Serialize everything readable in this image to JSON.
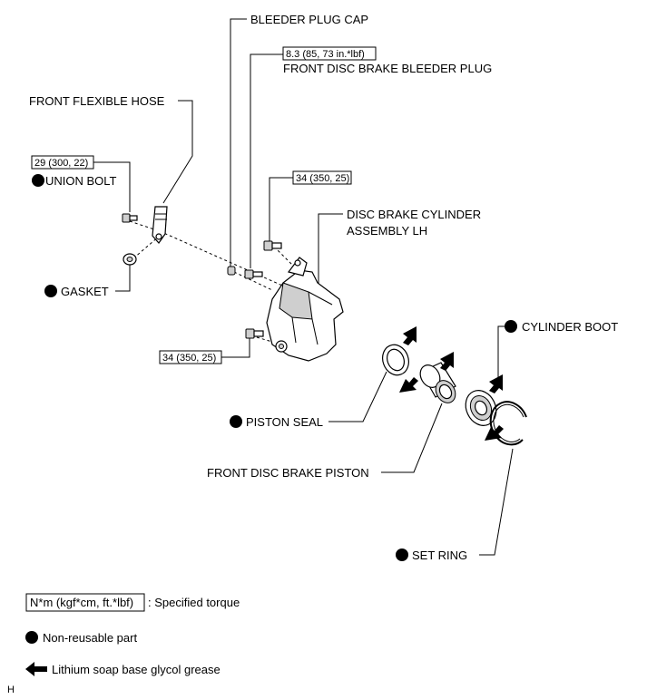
{
  "labels": {
    "bleeder_plug_cap": "BLEEDER PLUG CAP",
    "bleeder_plug": "FRONT DISC BRAKE BLEEDER PLUG",
    "flexible_hose": "FRONT FLEXIBLE HOSE",
    "union_bolt": "UNION BOLT",
    "gasket": "GASKET",
    "cylinder_assembly_line1": "DISC BRAKE CYLINDER",
    "cylinder_assembly_line2": "ASSEMBLY LH",
    "cylinder_boot": "CYLINDER BOOT",
    "piston_seal": "PISTON SEAL",
    "piston": "FRONT DISC BRAKE PISTON",
    "set_ring": "SET RING"
  },
  "torques": {
    "bleeder_plug": "8.3 (85, 73 in.*lbf)",
    "union_bolt": "29 (300, 22)",
    "upper_bolt": "34 (350, 25)",
    "lower_bolt": "34 (350, 25)"
  },
  "legend": {
    "torque_box": "N*m (kgf*cm, ft.*lbf)",
    "torque_desc": ": Specified torque",
    "non_reusable": "Non-reusable part",
    "grease": "Lithium soap base glycol grease"
  },
  "corner_mark": "H"
}
